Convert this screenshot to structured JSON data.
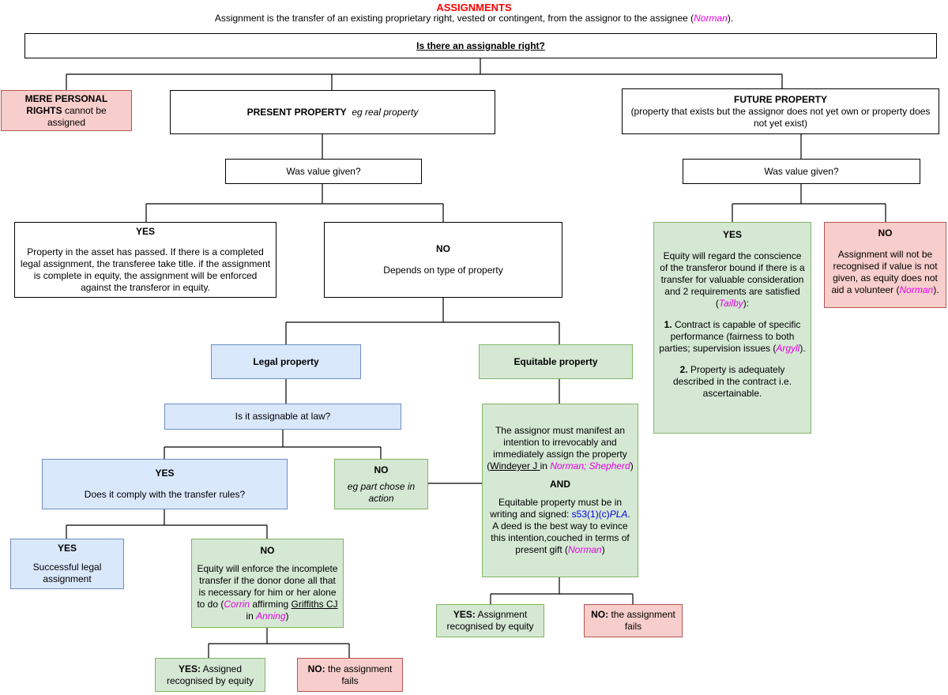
{
  "header": {
    "title": "ASSIGNMENTS",
    "intro": "Assignment is the transfer of an existing proprietary right, vested or contingent, from the assignor to the assignee (",
    "intro_cite": "Norman",
    "intro_end": ")."
  },
  "root": {
    "question": "Is there an assignable right?"
  },
  "personal": {
    "bold": "MERE PERSONAL RIGHTS",
    "text": " cannot be assigned"
  },
  "present": {
    "bold": "PRESENT PROPERTY",
    "italic": "eg real property"
  },
  "future": {
    "bold": "FUTURE PROPERTY",
    "text": "(property that exists but the assignor does not yet own or property does not yet exist)"
  },
  "present_value": {
    "question": "Was value given?"
  },
  "future_value": {
    "question": "Was value given?"
  },
  "present_yes": {
    "heading": "YES",
    "text": "Property in the asset has passed. If there is a completed legal assignment, the transferee take title. if the assignment is complete in equity, the assignment will be enforced against the transferor in equity."
  },
  "present_no": {
    "heading": "NO",
    "text": "Depends on type of property"
  },
  "future_yes": {
    "heading": "YES",
    "text1": "Equity will regard the conscience of the transferor bound if there is a transfer for valuable consideration and 2 requirements are satisfied (",
    "cite1": "Tailby",
    "text1_end": "):",
    "num1": "1.",
    "req1": " Contract is capable of specific performance (fairness to both parties; supervision issues (",
    "cite2": "Argyll",
    "req1_end": ").",
    "num2": "2.",
    "req2": " Property is adequately described in the contract i.e. ascertainable."
  },
  "future_no": {
    "heading": "NO",
    "text": "Assignment will not be recognised if value is not given, as equity does not aid a volunteer (",
    "cite": "Norman",
    "text_end": ")."
  },
  "legal": {
    "label": "Legal property"
  },
  "equitable": {
    "label": "Equitable property"
  },
  "legal_q": {
    "question": "Is it assignable at law?"
  },
  "legal_yes": {
    "heading": "YES",
    "text": "Does it comply with the transfer rules?"
  },
  "legal_no": {
    "heading": "NO",
    "italic": "eg part chose in action"
  },
  "equit_req": {
    "text1": "The assignor must manifest an intention to irrevocably and immediately assign the property (",
    "judge": "Windeyer J ",
    "in": "in ",
    "cite1": "Norman; Shepherd",
    "text1_end": ")",
    "and": "AND",
    "text2": "Equitable property must be in writing and signed: ",
    "stat": "s53(1)(c)",
    "stat_it": "PLA",
    "text2_end": ".",
    "text3": "A deed is the best way to evince this intention,couched in terms of present gift (",
    "cite2": "Norman",
    "text3_end": ")"
  },
  "comply_yes": {
    "heading": "YES",
    "text": "Successful legal assignment"
  },
  "comply_no": {
    "heading": "NO",
    "text1": "Equity will enforce the incomplete transfer if the donor done all that is necessary for him or her alone to do (",
    "cite1": "Corrin",
    "text2": " affirming ",
    "judge": "Griffiths CJ",
    "text3": " in ",
    "cite2": "Anning",
    "text_end": ")"
  },
  "incomplete_yes": {
    "bold": "YES:",
    "text": " Assigned recognised by equity"
  },
  "incomplete_no": {
    "bold": "NO:",
    "text": " the assignment fails"
  },
  "equit_yes": {
    "bold": "YES:",
    "text": " Assignment recognised by equity"
  },
  "equit_no": {
    "bold": "NO:",
    "text": " the assignment fails"
  }
}
